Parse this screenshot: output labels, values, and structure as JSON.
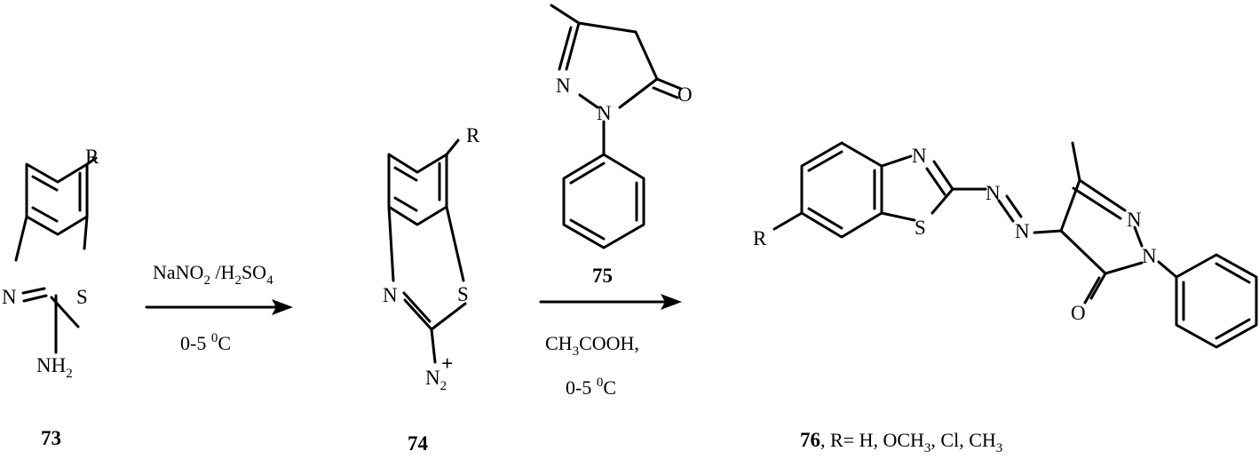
{
  "scheme": {
    "compounds": [
      {
        "id": "73",
        "label": "73",
        "atoms": {
          "R": "R",
          "N": "N",
          "S": "S",
          "amine": "NH",
          "amine_sub": "2"
        }
      },
      {
        "id": "74",
        "label": "74",
        "atoms": {
          "R": "R",
          "N": "N",
          "S": "S",
          "diazo": "N",
          "diazo_sub": "2",
          "charge": "+"
        }
      },
      {
        "id": "75",
        "label": "75",
        "atoms": {
          "N1": "N",
          "N2": "N",
          "O": "O"
        }
      },
      {
        "id": "76",
        "label": "76",
        "label_suffix": ", R= H, OCH",
        "label_sub": "3",
        "label_suffix2": ", Cl, CH",
        "label_sub2": "3",
        "atoms": {
          "N_thiazole": "N",
          "S": "S",
          "R": "R",
          "azo_N1": "N",
          "azo_N2": "N",
          "pyr_N1": "N",
          "pyr_N2": "N",
          "O": "O"
        }
      }
    ],
    "arrows": [
      {
        "id": "step1",
        "above": {
          "a": "NaNO",
          "a_sub": "2",
          "b": " /H",
          "b_sub": "2",
          "c": "SO",
          "c_sub": "4"
        },
        "below": {
          "a": "0-5 ",
          "sup": "0",
          "b": "C"
        }
      },
      {
        "id": "step2",
        "above_label": "75",
        "below1": {
          "a": "CH",
          "a_sub": "3",
          "b": "COOH,"
        },
        "below2": {
          "a": "0-5 ",
          "sup": "0",
          "b": "C"
        }
      }
    ]
  }
}
